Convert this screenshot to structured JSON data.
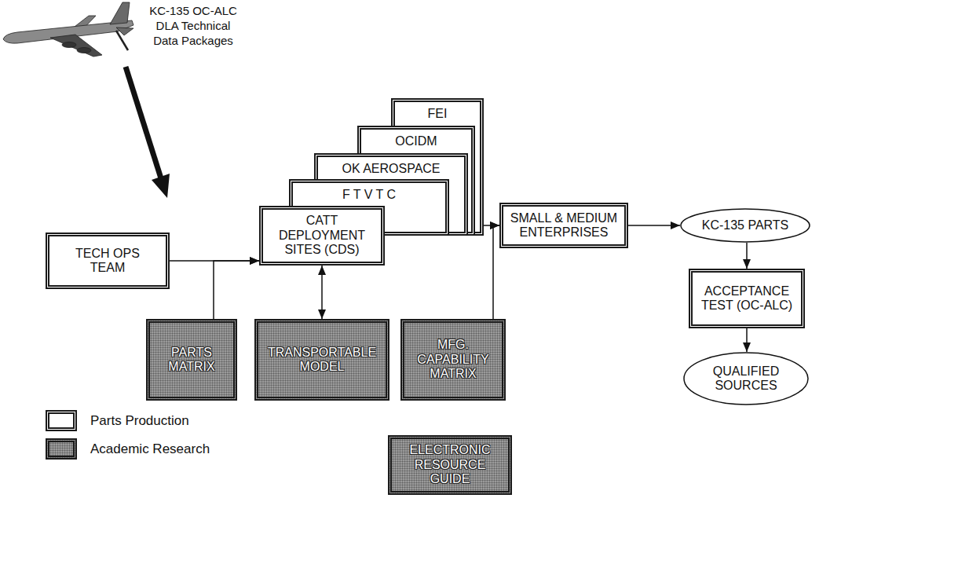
{
  "diagram": {
    "nodes": [
      {
        "text": [
          "TECH OPS TEAM"
        ]
      },
      {
        "text": [
          "FEI"
        ]
      },
      {
        "text": [
          "OCIDM"
        ]
      },
      {
        "text": [
          "OK AEROSPACE"
        ]
      },
      {
        "text": [
          "F T V T C"
        ]
      },
      {
        "text": [
          "CATT DEPLOYMENT SITES (CDS)"
        ]
      },
      {
        "text": [
          "SMALL & MEDIUM ENTERPRISES"
        ]
      },
      {
        "text": [
          "KC-135 PARTS"
        ]
      },
      {
        "text": [
          "ACCEPTANCE TEST (OC-ALC)"
        ]
      },
      {
        "text": [
          "QUALIFIED SOURCES"
        ]
      },
      {
        "text": [
          "PARTS MATRIX"
        ]
      },
      {
        "text": [
          "TRANSPORTABLE MODEL"
        ]
      },
      {
        "text": [
          "MFG. CAPABILITY MATRIX"
        ]
      },
      {
        "text": [
          "ELECTRONIC RESOURCE GUIDE"
        ]
      }
    ],
    "edges": [
      {
        "from": 0,
        "to": 5,
        "arrow": "to"
      },
      {
        "from": 5,
        "to": 6,
        "arrow": "to"
      },
      {
        "from": 6,
        "to": 7,
        "arrow": "to"
      },
      {
        "from": 7,
        "to": 8,
        "arrow": "to"
      },
      {
        "from": 8,
        "to": 9,
        "arrow": "to"
      },
      {
        "from": 10,
        "to": 5,
        "arrow": "to"
      },
      {
        "from": 11,
        "to": 5,
        "arrow": "both"
      },
      {
        "from": 12,
        "to": 6,
        "arrow": "to"
      }
    ],
    "labels": [
      "KC-135 OC-ALC DLA Technical Data Packages"
    ],
    "legend": [
      {
        "text": "Parts Production",
        "color": "#ffffff"
      },
      {
        "text": "Academic Research",
        "color": "#9a9a9a"
      }
    ]
  }
}
